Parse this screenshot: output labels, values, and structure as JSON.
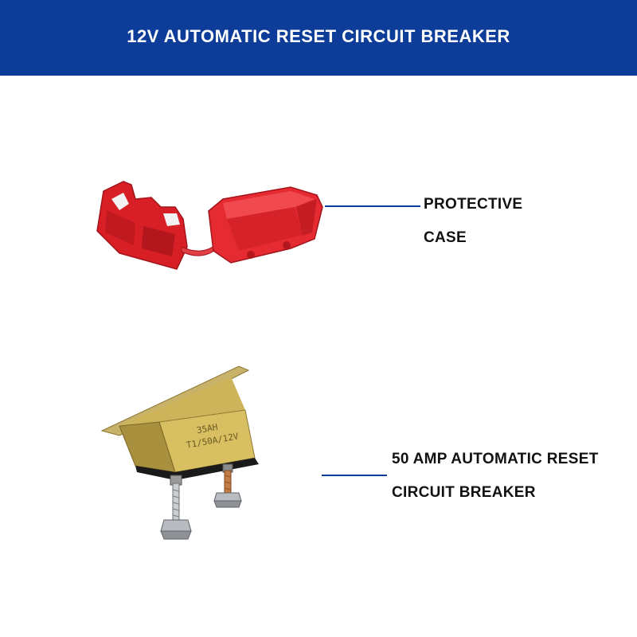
{
  "banner": {
    "title": "12V AUTOMATIC RESET CIRCUIT BREAKER",
    "background": "#0d3d99"
  },
  "callouts": {
    "case": {
      "line1": "PROTECTIVE",
      "line2": "CASE"
    },
    "breaker": {
      "line1": "50 AMP AUTOMATIC RESET",
      "line2": "CIRCUIT BREAKER"
    }
  },
  "breaker_body": {
    "label_line1": "35AH",
    "label_line2": "T1/50A/12V"
  },
  "colors": {
    "case_red": "#e0262b",
    "breaker_gold": "#c9a94e",
    "leader_line": "#0d3d99"
  }
}
